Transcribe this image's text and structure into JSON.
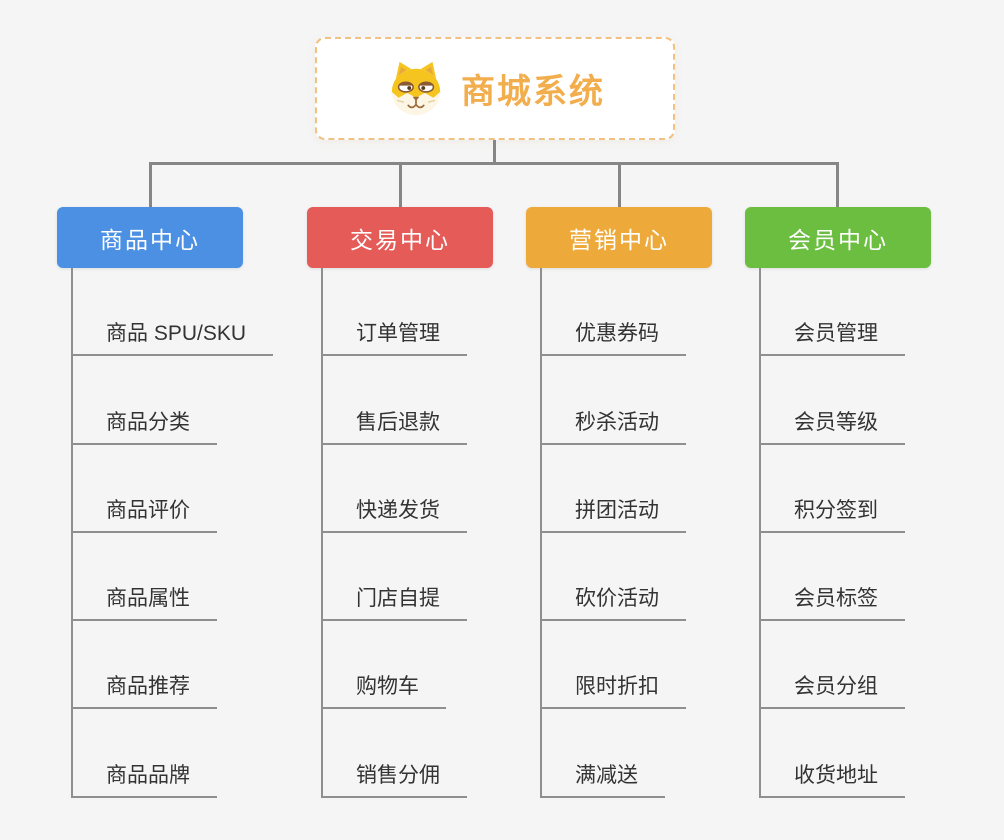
{
  "root": {
    "title": "商城系统",
    "icon": "dog-face-icon",
    "title_color": "#f2ad4d",
    "border_color": "#f0c183"
  },
  "tree": {
    "branches": [
      {
        "label": "商品中心",
        "color": "#4b90e2",
        "children": [
          "商品 SPU/SKU",
          "商品分类",
          "商品评价",
          "商品属性",
          "商品推荐",
          "商品品牌"
        ]
      },
      {
        "label": "交易中心",
        "color": "#e45b58",
        "children": [
          "订单管理",
          "售后退款",
          "快递发货",
          "门店自提",
          "购物车",
          "销售分佣"
        ]
      },
      {
        "label": "营销中心",
        "color": "#eea93b",
        "children": [
          "优惠券码",
          "秒杀活动",
          "拼团活动",
          "砍价活动",
          "限时折扣",
          "满减送"
        ]
      },
      {
        "label": "会员中心",
        "color": "#6cbe41",
        "children": [
          "会员管理",
          "会员等级",
          "积分签到",
          "会员标签",
          "会员分组",
          "收货地址"
        ]
      }
    ]
  },
  "style": {
    "connector_color": "#868686",
    "underline_color": "#8f8f8f",
    "leaf_text_color": "#333333",
    "background": "#f5f5f5"
  }
}
